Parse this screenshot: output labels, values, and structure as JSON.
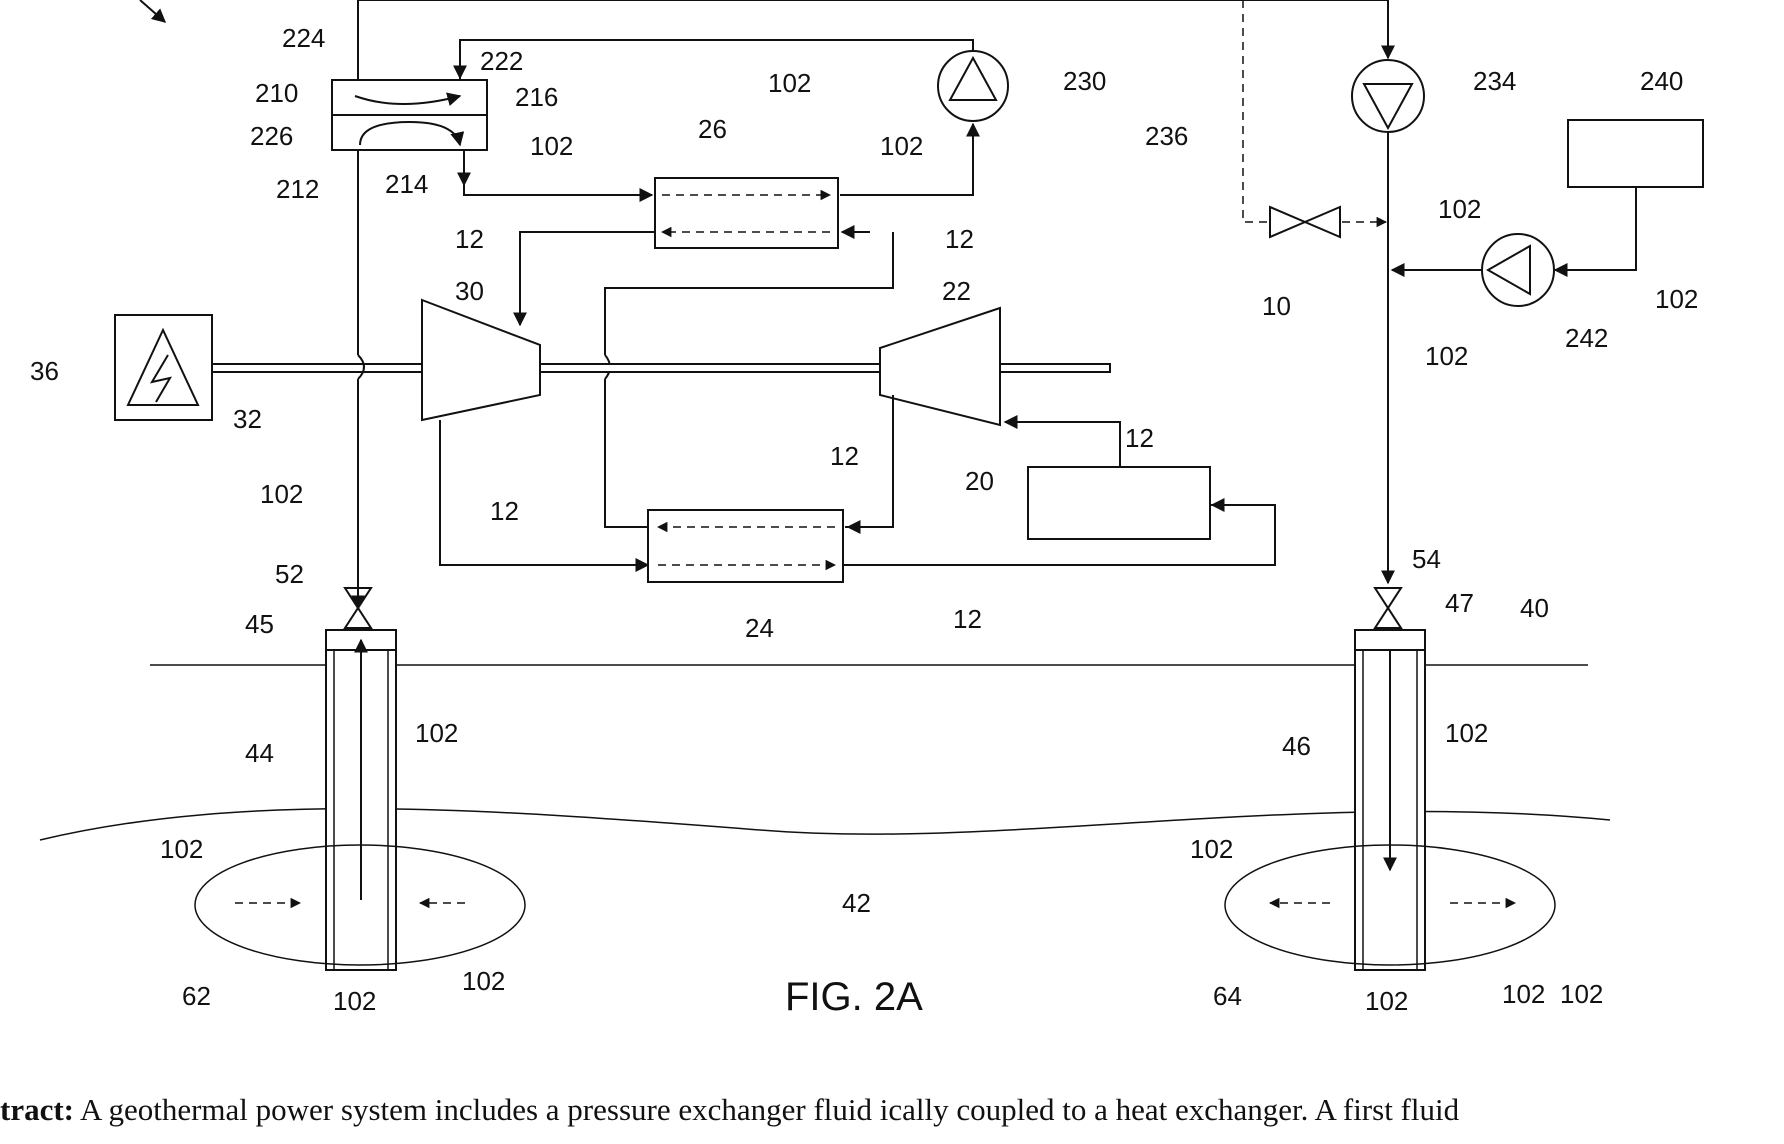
{
  "figure": {
    "caption": "FIG. 2A",
    "labels": {
      "l224": "224",
      "l222": "222",
      "l210": "210",
      "l216": "216",
      "l226": "226",
      "l212": "212",
      "l214": "214",
      "l102_a": "102",
      "l102_b": "102",
      "l102_c": "102",
      "l230": "230",
      "l26": "26",
      "l12_a": "12",
      "l12_b": "12",
      "l234": "234",
      "l240": "240",
      "l236": "236",
      "l102_d": "102",
      "l102_e": "102",
      "l242": "242",
      "l30": "30",
      "l22": "22",
      "l10": "10",
      "l36": "36",
      "l32": "32",
      "l102_f": "102",
      "l12_c": "12",
      "l12_d": "12",
      "l20": "20",
      "l102_g": "102",
      "l12_e": "12",
      "l52": "52",
      "l24": "24",
      "l12_f": "12",
      "l54": "54",
      "l45": "45",
      "l47": "47",
      "l40": "40",
      "l44": "44",
      "l102_h": "102",
      "l46": "46",
      "l102_i": "102",
      "l102_j": "102",
      "l102_k": "102",
      "l42": "42",
      "l102_l": "102",
      "l102_m": "102",
      "l62": "62",
      "l102_n": "102",
      "l64": "64",
      "l102_o": "102",
      "l102_p": "102"
    }
  },
  "abstract": {
    "heading": "tract:",
    "line1": " A geothermal power system includes a pressure exchanger fluid ically coupled to a heat exchanger. A first fluid"
  }
}
